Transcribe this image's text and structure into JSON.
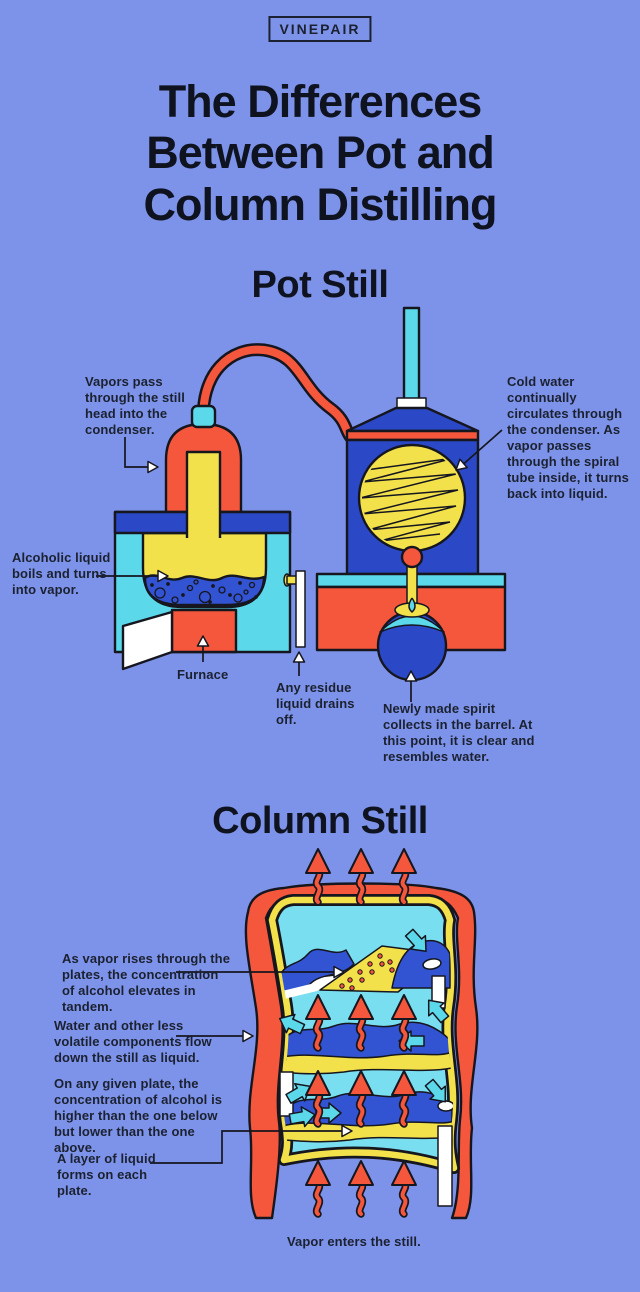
{
  "logo": {
    "text": "VINEPAIR"
  },
  "title": {
    "lines": [
      "The Differences",
      "Between Pot and",
      "Column Distilling"
    ]
  },
  "colors": {
    "bg": "#7D93E9",
    "red": "#F4573C",
    "yellow": "#F2E14B",
    "cyan": "#5BD8EA",
    "cyan2": "#79DEF0",
    "blue": "#2B49C7",
    "liquid": "#3354D2",
    "ink": "#16161F",
    "text": "#1B2130"
  },
  "pot_section": {
    "heading": "Pot Still",
    "annotations": {
      "vapors": "Vapors pass through the still head into the condenser.",
      "cold_water": "Cold water continually circulates through the condenser. As vapor passes through the spiral tube inside, it turns back into liquid.",
      "alcoholic": "Alcoholic liquid boils and turns into vapor.",
      "furnace": "Furnace",
      "residue": "Any residue liquid drains off.",
      "spirit": "Newly made spirit collects in the barrel. At this point, it is clear and resembles water."
    }
  },
  "column_section": {
    "heading": "Column Still",
    "annotations": {
      "vapor_rises": "As vapor rises through the plates, the concentration of alcohol elevates in tandem.",
      "water_flows": "Water and other less volatile components flow down the still as liquid.",
      "plate_concentration": "On any given plate, the concentration of alcohol is higher than the one below but lower than the one above.",
      "liquid_layer": "A layer of liquid forms on each plate.",
      "vapor_enters": "Vapor enters the still."
    }
  }
}
